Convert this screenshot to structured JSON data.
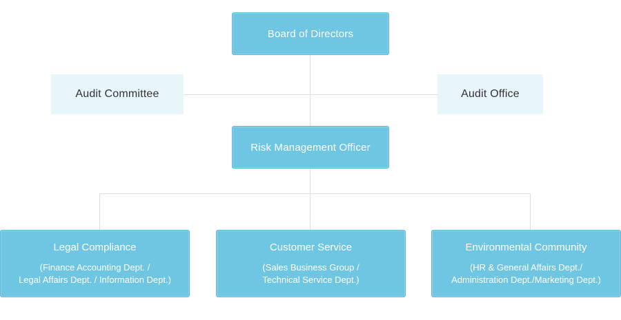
{
  "chart": {
    "board": "Board of Directors",
    "audit_committee": "Audit Committee",
    "audit_office": "Audit Office",
    "risk_officer": "Risk Management Officer",
    "departments": [
      {
        "title": "Legal Compliance",
        "lines": [
          "(Finance Accounting Dept. /",
          "Legal Affairs Dept. / Information Dept.)"
        ]
      },
      {
        "title": "Customer Service",
        "lines": [
          "(Sales Business Group /",
          "Technical Service Dept.)"
        ]
      },
      {
        "title": "Environmental Community",
        "lines": [
          "(HR & General Affairs Dept./",
          "Administration Dept./Marketing Dept.)"
        ]
      }
    ]
  },
  "colors": {
    "primary_box": "#6ec6e2",
    "secondary_box": "#e8f5fa",
    "connector": "#dedede"
  }
}
